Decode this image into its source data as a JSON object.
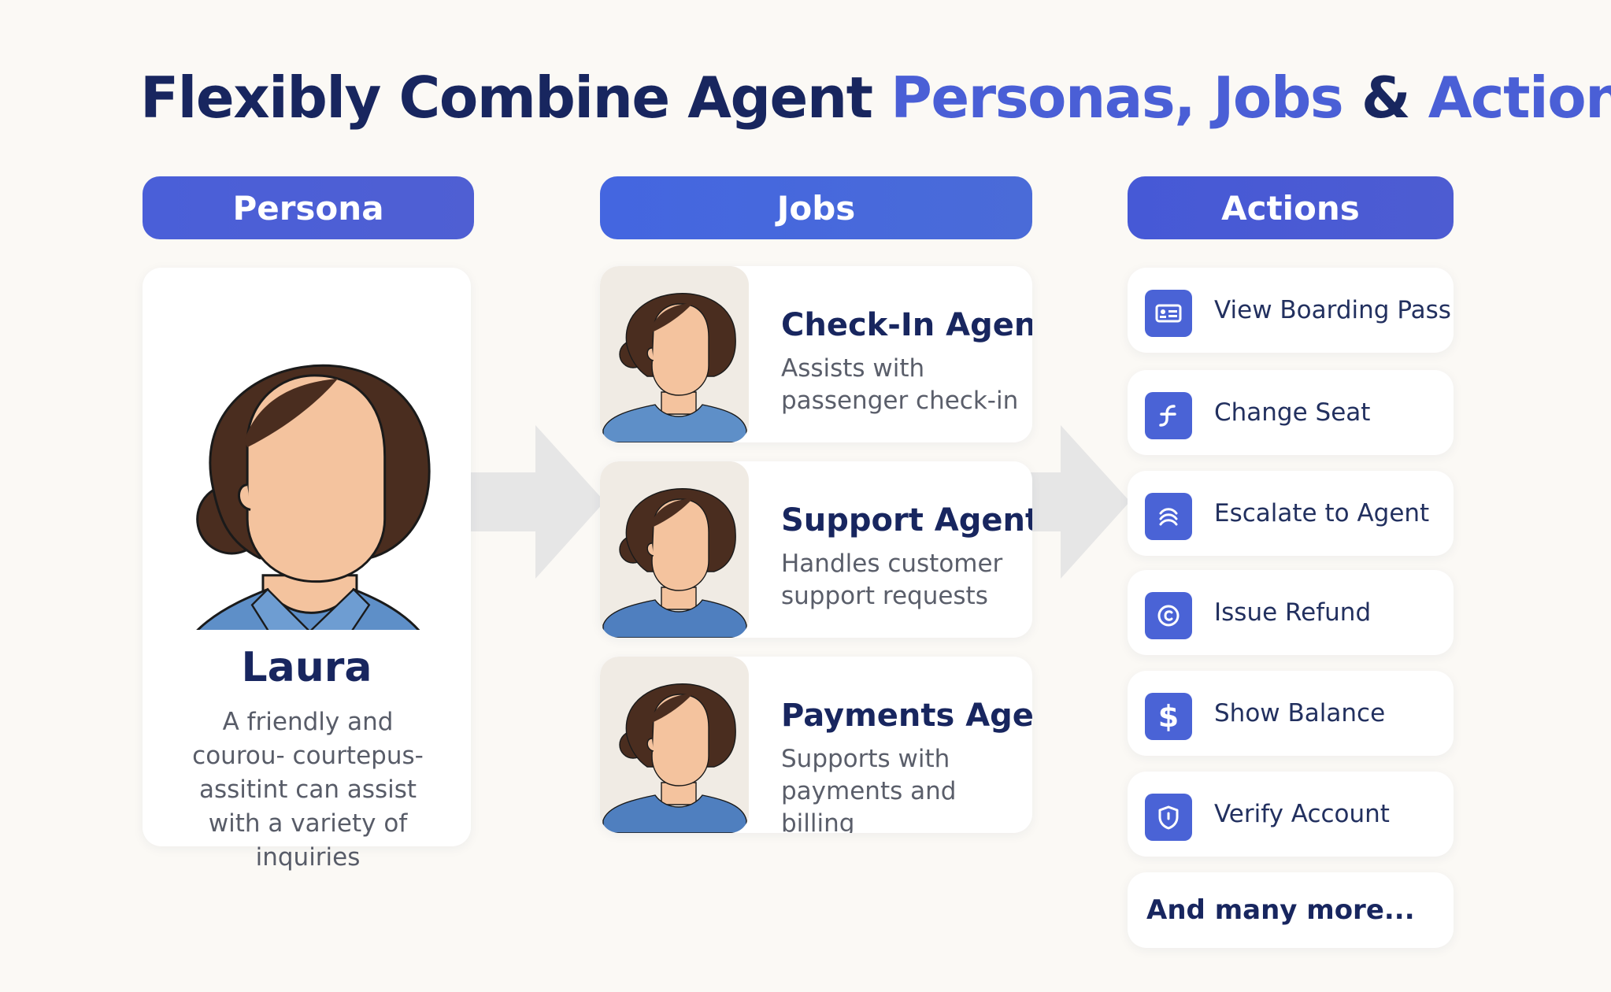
{
  "title": {
    "part1": "Flexibly Combine Agent ",
    "part2": "Personas, Jobs",
    "part3": " & ",
    "part4": "Actions"
  },
  "columns": {
    "persona": "Persona",
    "jobs": "Jobs",
    "actions": "Actions"
  },
  "persona": {
    "name": "Laura",
    "description": "A friendly and courou- courtepus-assitint can assist with a variety of inquiries"
  },
  "jobs": [
    {
      "title": "Check-In Agent",
      "description": "Assists with passenger check-in"
    },
    {
      "title": "Support Agent",
      "description": "Handles customer support requests"
    },
    {
      "title": "Payments Agent",
      "description": "Supports with payments and billing"
    }
  ],
  "actions": [
    {
      "label": "View Boarding Pass",
      "icon": "id-card-icon"
    },
    {
      "label": "Change Seat",
      "icon": "seat-icon"
    },
    {
      "label": "Escalate to Agent",
      "icon": "escalate-icon"
    },
    {
      "label": "Issue Refund",
      "icon": "refund-icon"
    },
    {
      "label": "Show Balance",
      "icon": "dollar-icon"
    },
    {
      "label": "Verify Account",
      "icon": "shield-icon"
    }
  ],
  "more": "And many more...",
  "colors": {
    "navy": "#18265f",
    "accent": "#4a5fd6",
    "background": "#fbf9f5"
  }
}
